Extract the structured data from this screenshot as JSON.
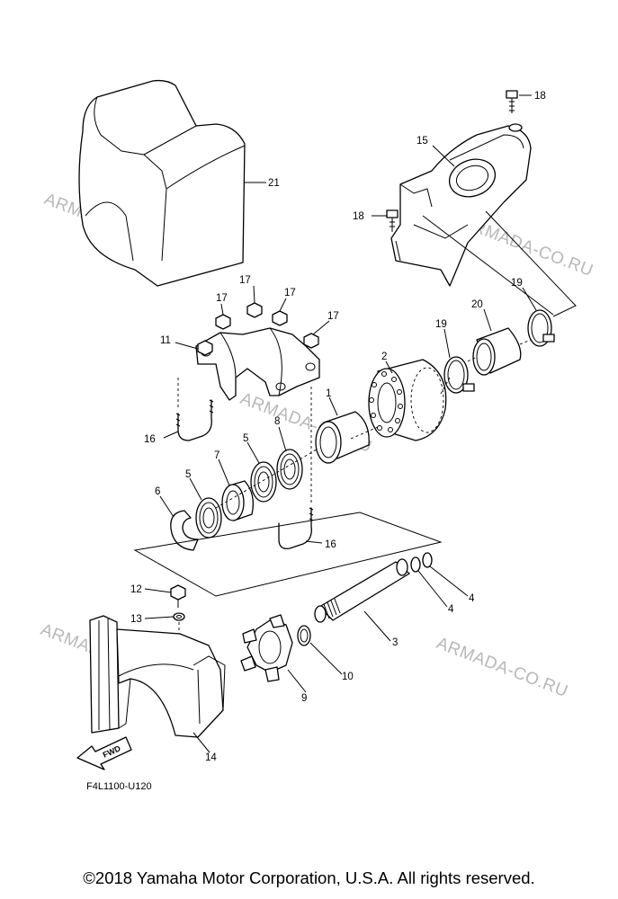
{
  "diagram": {
    "watermark": "ARMADA-CO.RU",
    "drawing_code": "F4L1100-U120",
    "direction_label": "FWD",
    "copyright": "©2018 Yamaha Motor Corporation, U.S.A. All rights reserved.",
    "callouts": {
      "c1": "1",
      "c2": "2",
      "c3": "3",
      "c4a": "4",
      "c4b": "4",
      "c5a": "5",
      "c5b": "5",
      "c6": "6",
      "c7": "7",
      "c8": "8",
      "c9": "9",
      "c10": "10",
      "c11": "11",
      "c12": "12",
      "c13": "13",
      "c14": "14",
      "c15": "15",
      "c16a": "16",
      "c16b": "16",
      "c17a": "17",
      "c17b": "17",
      "c17c": "17",
      "c17d": "17",
      "c18a": "18",
      "c18b": "18",
      "c19a": "19",
      "c19b": "19",
      "c20": "20",
      "c21": "21"
    }
  }
}
